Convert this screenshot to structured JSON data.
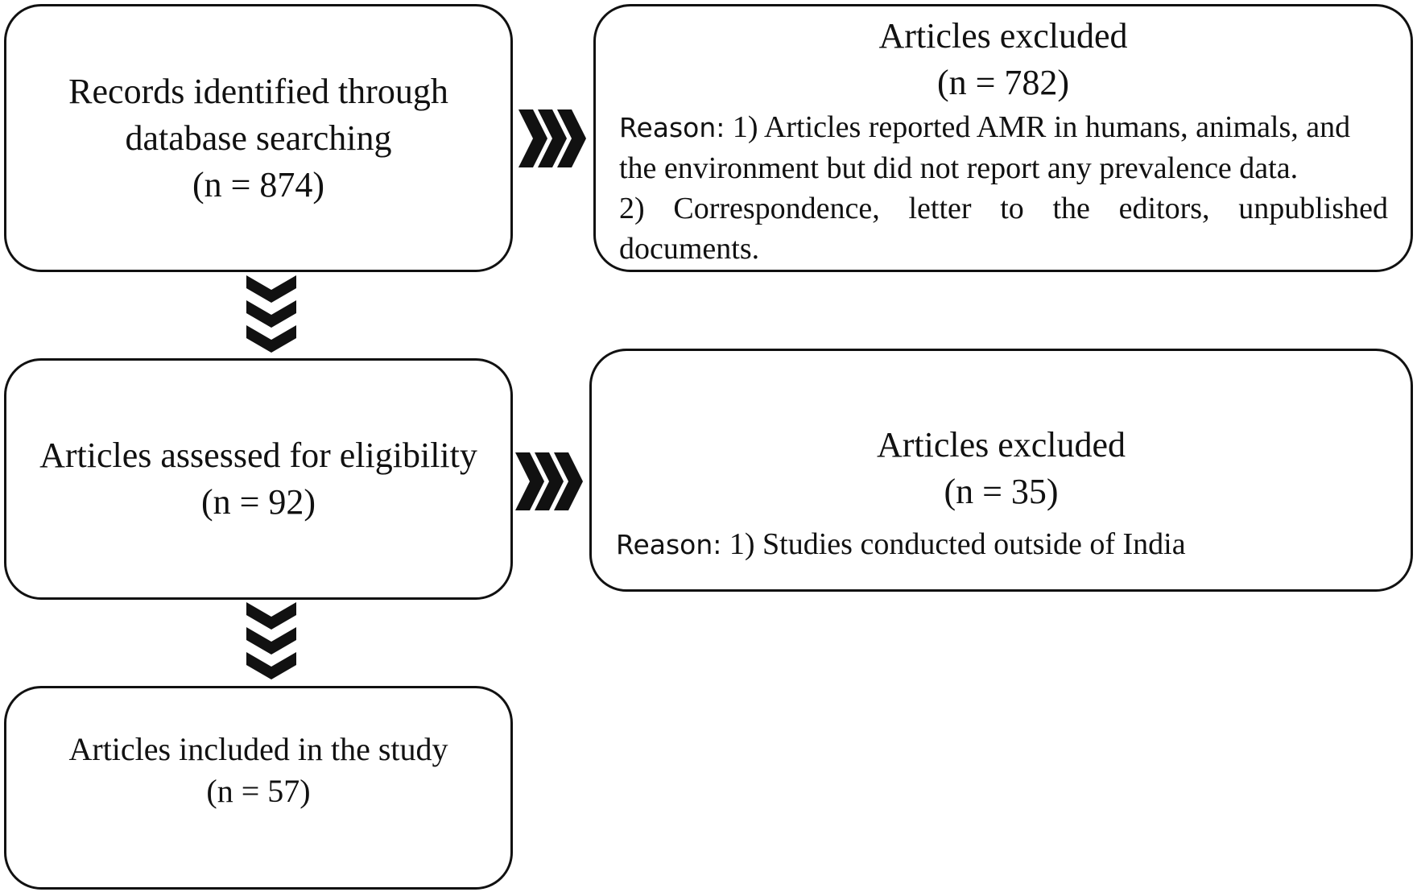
{
  "boxes": {
    "records": {
      "line1": "Records identified through",
      "line2": "database searching",
      "count": "(n = 874)"
    },
    "eligibility": {
      "line1": "Articles assessed for eligibility",
      "count": "(n = 92)"
    },
    "included": {
      "line1": "Articles included in the study",
      "count": "(n = 57)"
    },
    "excluded_first": {
      "title": "Articles excluded",
      "count": "(n = 782)",
      "reason_label": "Reason:",
      "reason_1": "1) Articles reported AMR in humans, animals, and the environment but did not report any prevalence data.",
      "reason_2": "2) Correspondence, letter to the editors, unpublished documents."
    },
    "excluded_second": {
      "title": "Articles excluded",
      "count": "(n = 35)",
      "reason_label": "Reason:",
      "reason_1": "1) Studies conducted outside of India"
    }
  },
  "colors": {
    "stroke": "#111111",
    "background": "#ffffff"
  },
  "icons": {
    "right_arrow": "triple-chevron-right-icon",
    "down_arrow": "triple-chevron-down-icon"
  }
}
